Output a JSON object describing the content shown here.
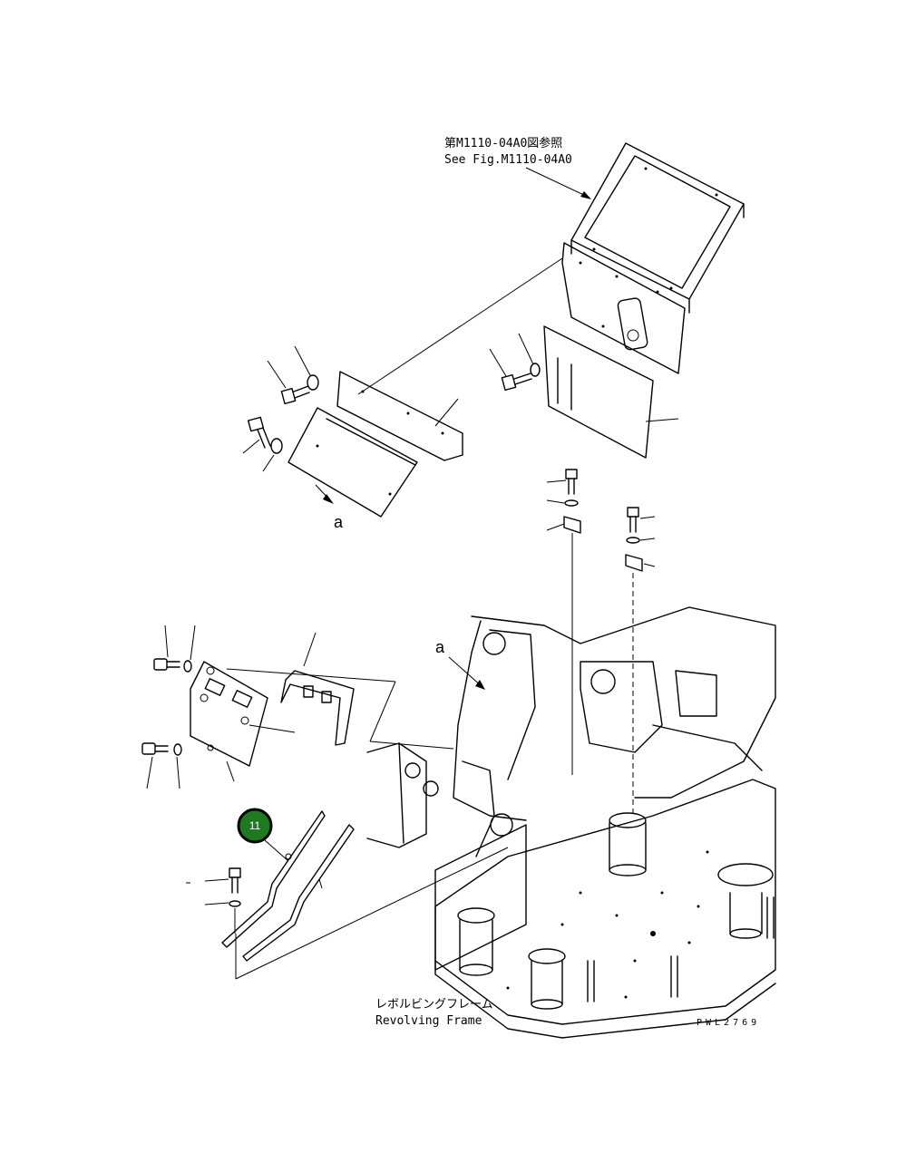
{
  "reference": {
    "japanese": "第M1110-04A0図参照",
    "english": "See Fig.M1110-04A0"
  },
  "view_labels": {
    "upper": "a",
    "lower": "a"
  },
  "frame_label": {
    "japanese": "レボルビングフレーム",
    "english": "Revolving Frame"
  },
  "drawing_code": "PWL2769",
  "callouts": [
    {
      "number": "11",
      "color": "#1e7a1e"
    }
  ]
}
